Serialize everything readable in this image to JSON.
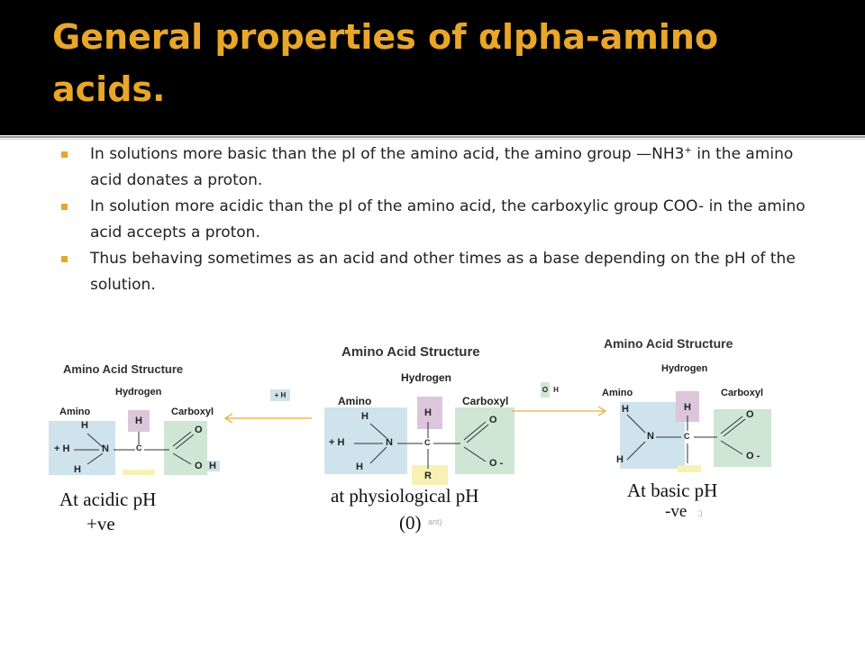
{
  "slide": {
    "title": "General properties of αlpha-amino acids.",
    "bullets": [
      {
        "text_before": "In solutions more basic than the pI of the amino acid, the amino group —NH3",
        "sup": "+",
        "text_after": " in the amino acid donates a proton."
      },
      {
        "text_before": "In solution more acidic than the pI of the amino acid, the carboxylic group COO- in the amino acid accepts a proton.",
        "sup": "",
        "text_after": ""
      },
      {
        "text_before": "Thus behaving sometimes as an acid and other times as a base depending on the pH of the solution.",
        "sup": "",
        "text_after": ""
      }
    ]
  },
  "diagram": {
    "left": {
      "title": "Amino Acid Structure",
      "hydrogen": "Hydrogen",
      "amino": "Amino",
      "carboxyl": "Carboxyl",
      "h": "H",
      "n": "N",
      "c": "C",
      "o": "O",
      "oh": "H",
      "plus_h": "+ H",
      "caption": "At acidic pH",
      "charge": "+ve"
    },
    "middle": {
      "title": "Amino Acid Structure",
      "hydrogen": "Hydrogen",
      "amino": "Amino",
      "carboxyl": "Carboxyl",
      "h": "H",
      "n": "N",
      "c": "C",
      "o": "O",
      "o_minus": "O -",
      "r": "R",
      "plus_h": "+ H",
      "caption": "at physiological pH",
      "charge": "(0)",
      "faint": "ant)"
    },
    "right": {
      "title": "Amino Acid Structure",
      "hydrogen": "Hydrogen",
      "amino": "Amino",
      "carboxyl": "Carboxyl",
      "h": "H",
      "n": "N",
      "c": "C",
      "o": "O",
      "o_minus": "O -",
      "caption": "At basic pH",
      "charge": "-ve",
      "faint": ";)"
    },
    "tag_left": "+ H",
    "tag_right_o": "O",
    "tag_right_h": "H",
    "colors": {
      "amino": "#cfe3ec",
      "hydrogen": "#dcc6dc",
      "carboxyl": "#cfe6d4",
      "r_group": "#f7f1b4",
      "arrow": "#e8b030"
    }
  }
}
